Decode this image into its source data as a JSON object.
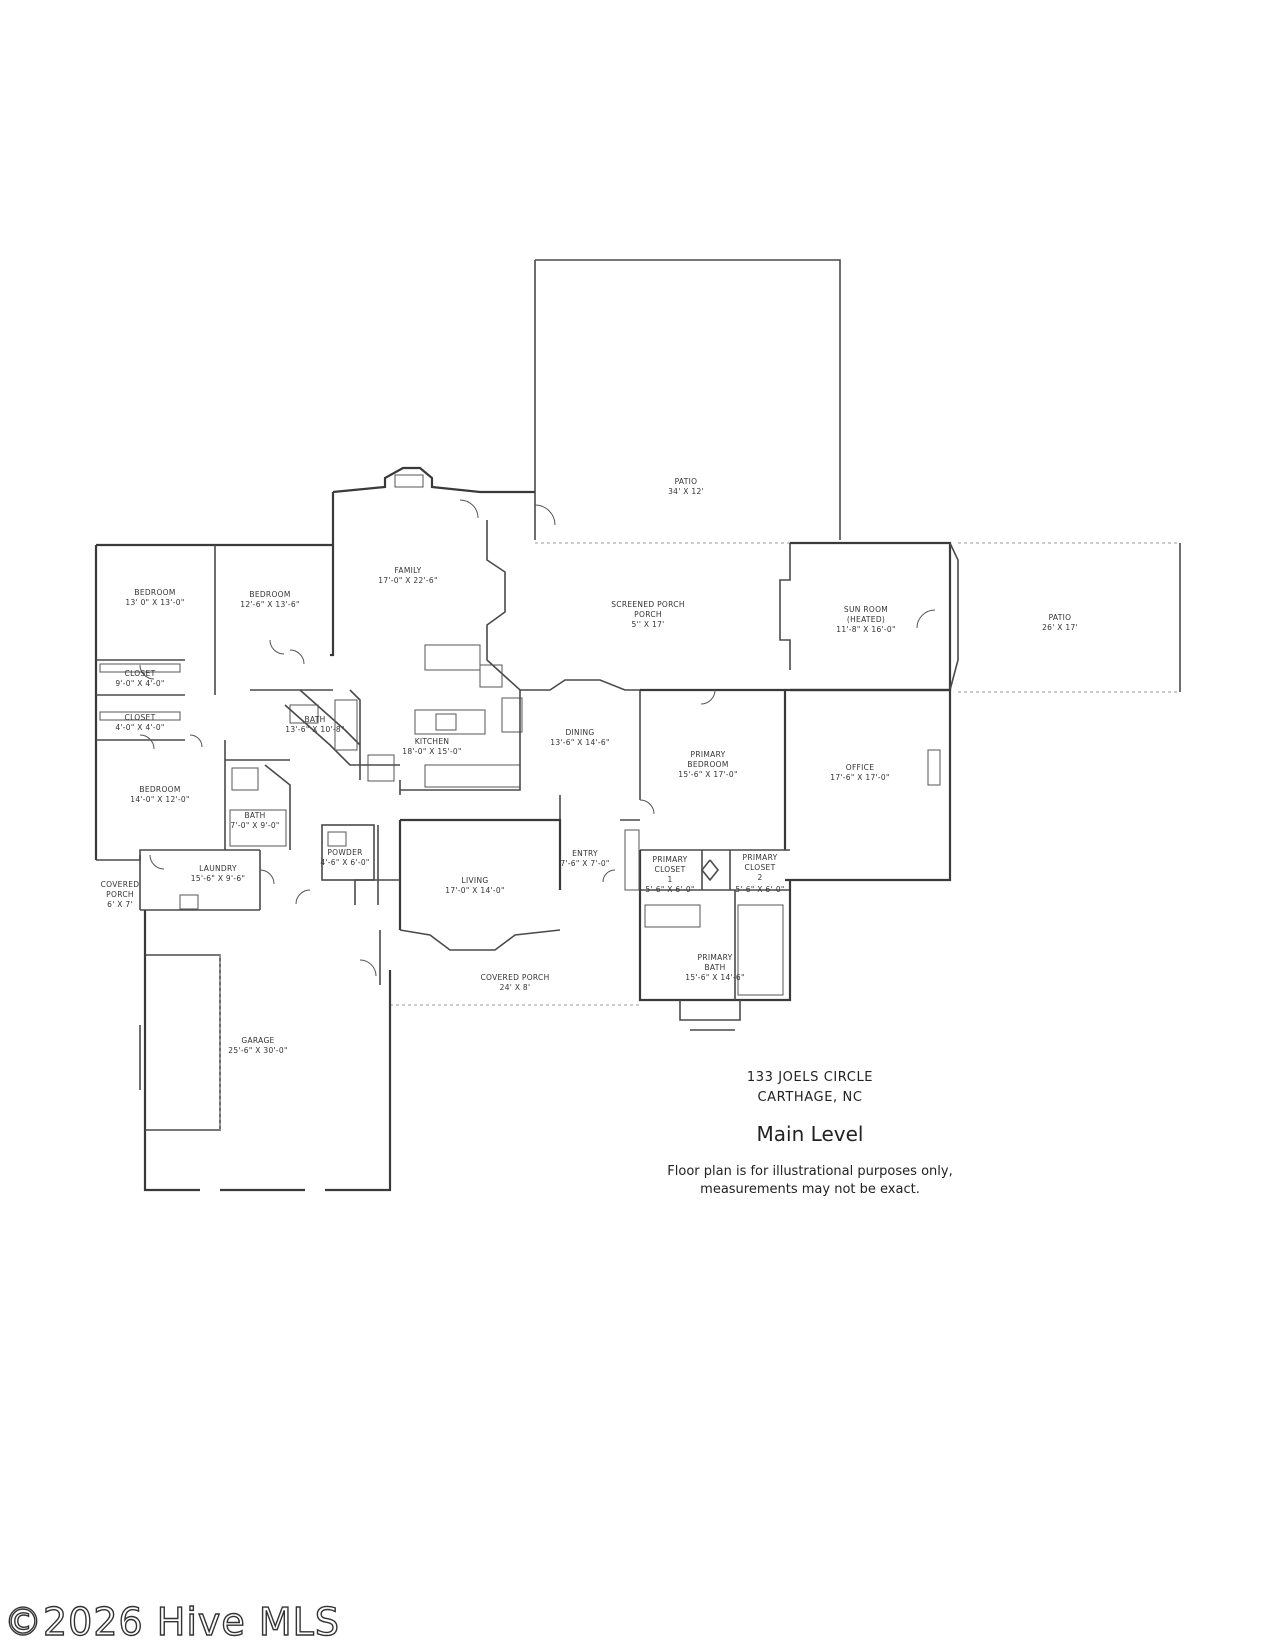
{
  "rooms": [
    {
      "id": "patio-top",
      "name": "PATIO",
      "dims": "34' X 12'"
    },
    {
      "id": "family",
      "name": "FAMILY",
      "dims": "17'-0\" X 22'-6\""
    },
    {
      "id": "screened-porch",
      "name": "SCREENED PORCH",
      "name2": "PORCH",
      "dims": "5'' X 17'"
    },
    {
      "id": "sun-room",
      "name": "SUN ROOM",
      "name2": "(HEATED)",
      "dims": "11'-8\" X 16'-0\""
    },
    {
      "id": "patio-right",
      "name": "PATIO",
      "dims": "26' X 17'"
    },
    {
      "id": "bedroom-1",
      "name": "BEDROOM",
      "dims": "13' 0\" X 13'-0\""
    },
    {
      "id": "bedroom-2",
      "name": "BEDROOM",
      "dims": "12'-6\" X 13'-6\""
    },
    {
      "id": "closet-1",
      "name": "CLOSET",
      "dims": "9'-0\" X 4'-0\""
    },
    {
      "id": "closet-2",
      "name": "CLOSET",
      "dims": "4'-0\" X 4'-0\""
    },
    {
      "id": "bath-1",
      "name": "BATH",
      "dims": "13'-6\" X 10'-8\""
    },
    {
      "id": "kitchen",
      "name": "KITCHEN",
      "dims": "18'-0\" X 15'-0\""
    },
    {
      "id": "dining",
      "name": "DINING",
      "dims": "13'-6\" X 14'-6\""
    },
    {
      "id": "primary-bedroom",
      "name": "PRIMARY",
      "name2": "BEDROOM",
      "dims": "15'-6\" X 17'-0\""
    },
    {
      "id": "office",
      "name": "OFFICE",
      "dims": "17'-6\" X 17'-0\""
    },
    {
      "id": "bedroom-3",
      "name": "BEDROOM",
      "dims": "14'-0\" X 12'-0\""
    },
    {
      "id": "bath-2",
      "name": "BATH",
      "dims": "7'-0\" X 9'-0\""
    },
    {
      "id": "powder",
      "name": "POWDER",
      "dims": "4'-6\" X 6'-0\""
    },
    {
      "id": "living",
      "name": "LIVING",
      "dims": "17'-0\" X 14'-0\""
    },
    {
      "id": "entry",
      "name": "ENTRY",
      "dims": "7'-6\" X 7'-0\""
    },
    {
      "id": "primary-closet-1",
      "name": "PRIMARY",
      "name2": "CLOSET",
      "name3": "1",
      "dims": "5'-6\" X 6'-0\""
    },
    {
      "id": "primary-closet-2",
      "name": "PRIMARY",
      "name2": "CLOSET",
      "name3": "2",
      "dims": "5'-6\" X 6'-0\""
    },
    {
      "id": "laundry",
      "name": "LAUNDRY",
      "dims": "15'-6\" X 9'-6\""
    },
    {
      "id": "covered-porch-small",
      "name": "COVERED",
      "name2": "PORCH",
      "dims": "6' X 7'"
    },
    {
      "id": "primary-bath",
      "name": "PRIMARY",
      "name2": "BATH",
      "dims": "15'-6\" X 14'-6\""
    },
    {
      "id": "covered-porch",
      "name": "COVERED PORCH",
      "dims": "24' X 8'"
    },
    {
      "id": "garage",
      "name": "GARAGE",
      "dims": "25'-6\" X 30'-0\""
    }
  ],
  "address": {
    "line1": "133 JOELS CIRCLE",
    "line2": "CARTHAGE, NC"
  },
  "level": "Main Level",
  "disclaimer": {
    "line1": "Floor plan is for illustrational purposes only,",
    "line2": "measurements may not be exact."
  },
  "copyright": "©2026 Hive MLS"
}
